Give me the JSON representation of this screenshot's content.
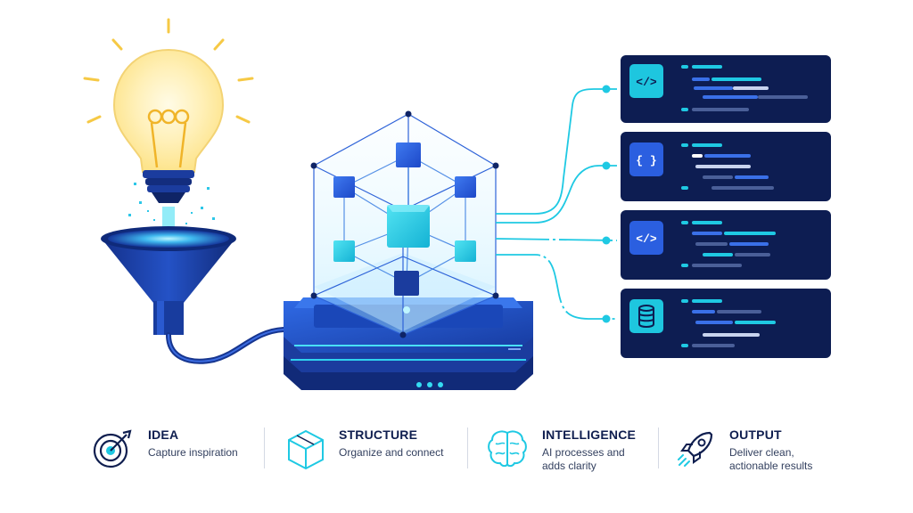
{
  "cards": [
    {
      "icon": "code-icon",
      "glyph": "</>"
    },
    {
      "icon": "braces-icon",
      "glyph": "{ }"
    },
    {
      "icon": "code-icon",
      "glyph": "</>"
    },
    {
      "icon": "database-icon",
      "glyph": ""
    }
  ],
  "steps": [
    {
      "title": "IDEA",
      "desc": "Capture inspiration",
      "desc2": "",
      "icon": "target-icon"
    },
    {
      "title": "STRUCTURE",
      "desc": "Organize and connect",
      "desc2": "",
      "icon": "cube-icon"
    },
    {
      "title": "INTELLIGENCE",
      "desc": "AI processes and",
      "desc2": "adds clarity",
      "icon": "brain-icon"
    },
    {
      "title": "OUTPUT",
      "desc": "Deliver clean,",
      "desc2": "actionable results",
      "icon": "rocket-icon"
    }
  ],
  "colors": {
    "navy": "#0f1e4f",
    "card": "#0d1d52",
    "cyan": "#1fd0e6",
    "blue": "#2b5fe0",
    "yellow": "#f6c945"
  }
}
